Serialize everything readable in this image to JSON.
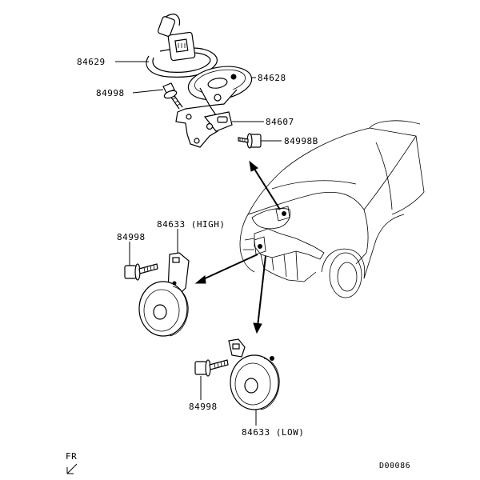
{
  "labels": {
    "p84629": "84629",
    "p84628": "84628",
    "p84998_top": "84998",
    "p84607": "84607",
    "p84998b": "84998B",
    "p84633_high": "84633 (HIGH)",
    "p84998_mid": "84998",
    "p84998_low": "84998",
    "p84633_low": "84633 (LOW)",
    "fr": "FR",
    "code": "D00086"
  }
}
